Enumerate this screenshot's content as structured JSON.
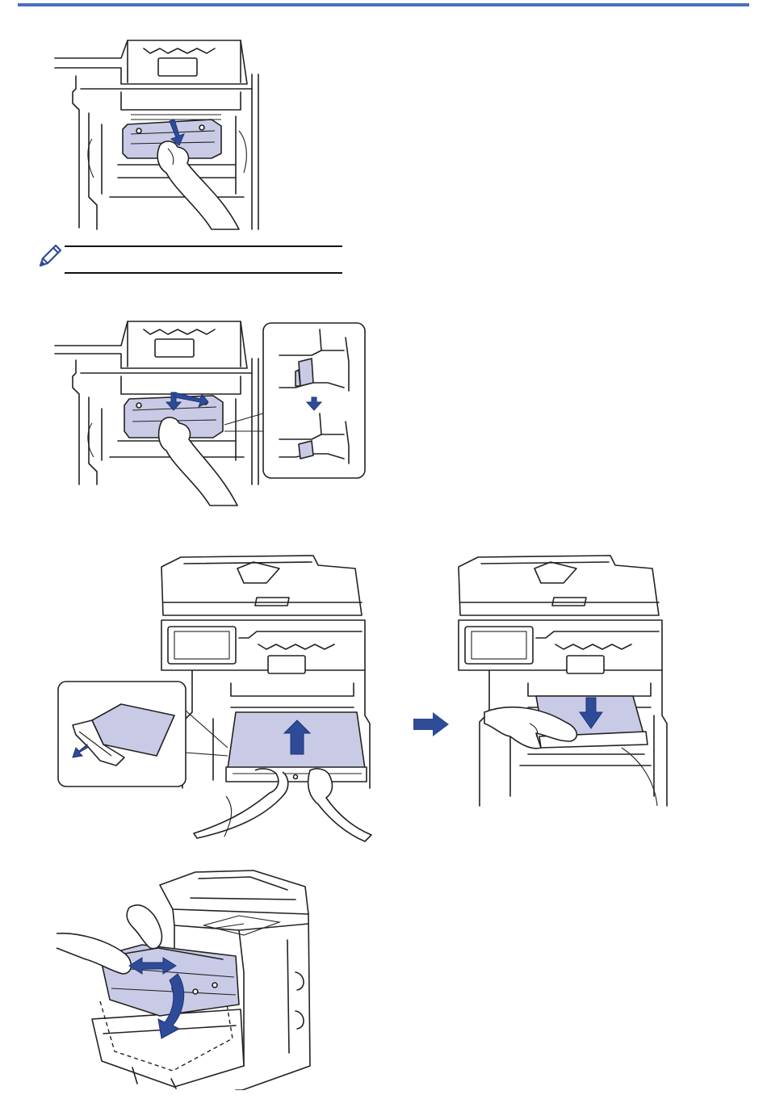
{
  "colors": {
    "header_bar": "#4a6fbf",
    "part_fill": "#c9cbe6",
    "arrow_blue": "#2e4b97",
    "line": "#222222"
  },
  "icons": {
    "note": "pencil-icon",
    "step_arrow": "right-arrow-icon"
  },
  "figures": [
    {
      "id": "remove-waste-toner-box",
      "description": ""
    },
    {
      "id": "install-waste-toner-box",
      "description": ""
    },
    {
      "id": "install-belt-unit",
      "description": ""
    },
    {
      "id": "insert-drum-unit",
      "description": ""
    }
  ]
}
